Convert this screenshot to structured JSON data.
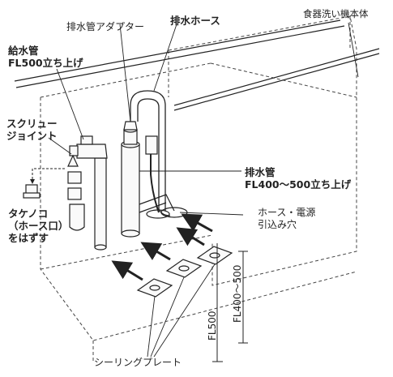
{
  "labels": {
    "dishwasher_body": "食器洗い機本体",
    "drain_adapter": "排水管アダプター",
    "drain_hose": "排水ホース",
    "water_supply_line1": "給水管",
    "water_supply_line2": "FL500立ち上げ",
    "screw_joint_line1": "スクリュー",
    "screw_joint_line2": "ジョイント",
    "drain_pipe_line1": "排水管",
    "drain_pipe_line2": "FL400～500立ち上げ",
    "takenoko_line1": "タケノコ",
    "takenoko_line2": "（ホース口）",
    "takenoko_line3": "をはずす",
    "hose_power_line1": "ホース・電源",
    "hose_power_line2": "引込み穴",
    "sealing_plate": "シーリングプレート",
    "dim_fl500": "FL500",
    "dim_fl400_500": "FL400～500"
  },
  "colors": {
    "line": "#222222",
    "dashed": "#444444",
    "background": "#ffffff"
  }
}
